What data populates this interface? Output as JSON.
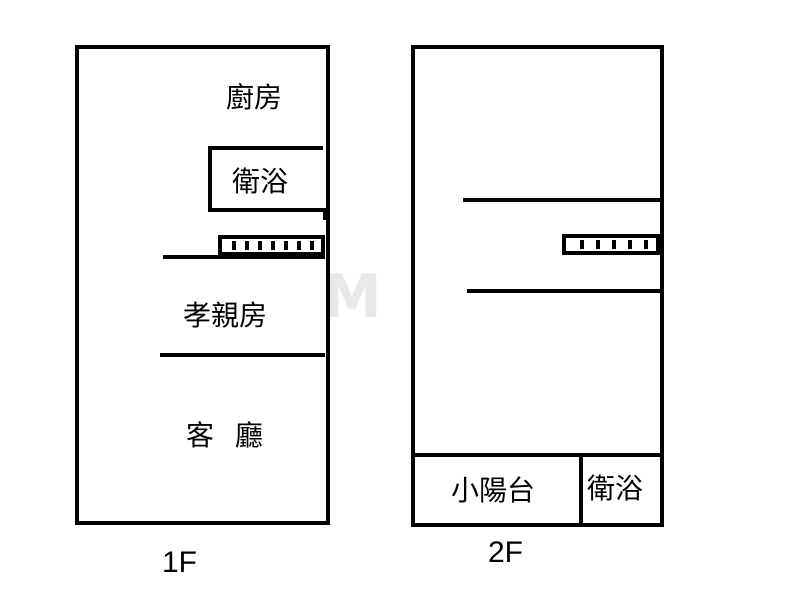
{
  "floor1": {
    "label": "1F",
    "rooms": {
      "kitchen": "廚房",
      "bathroom": "衛浴",
      "bedroom": "孝親房",
      "living": "客 廳"
    }
  },
  "floor2": {
    "label": "2F",
    "rooms": {
      "balcony": "小陽台",
      "bathroom": "衛浴"
    }
  },
  "watermark": "M"
}
